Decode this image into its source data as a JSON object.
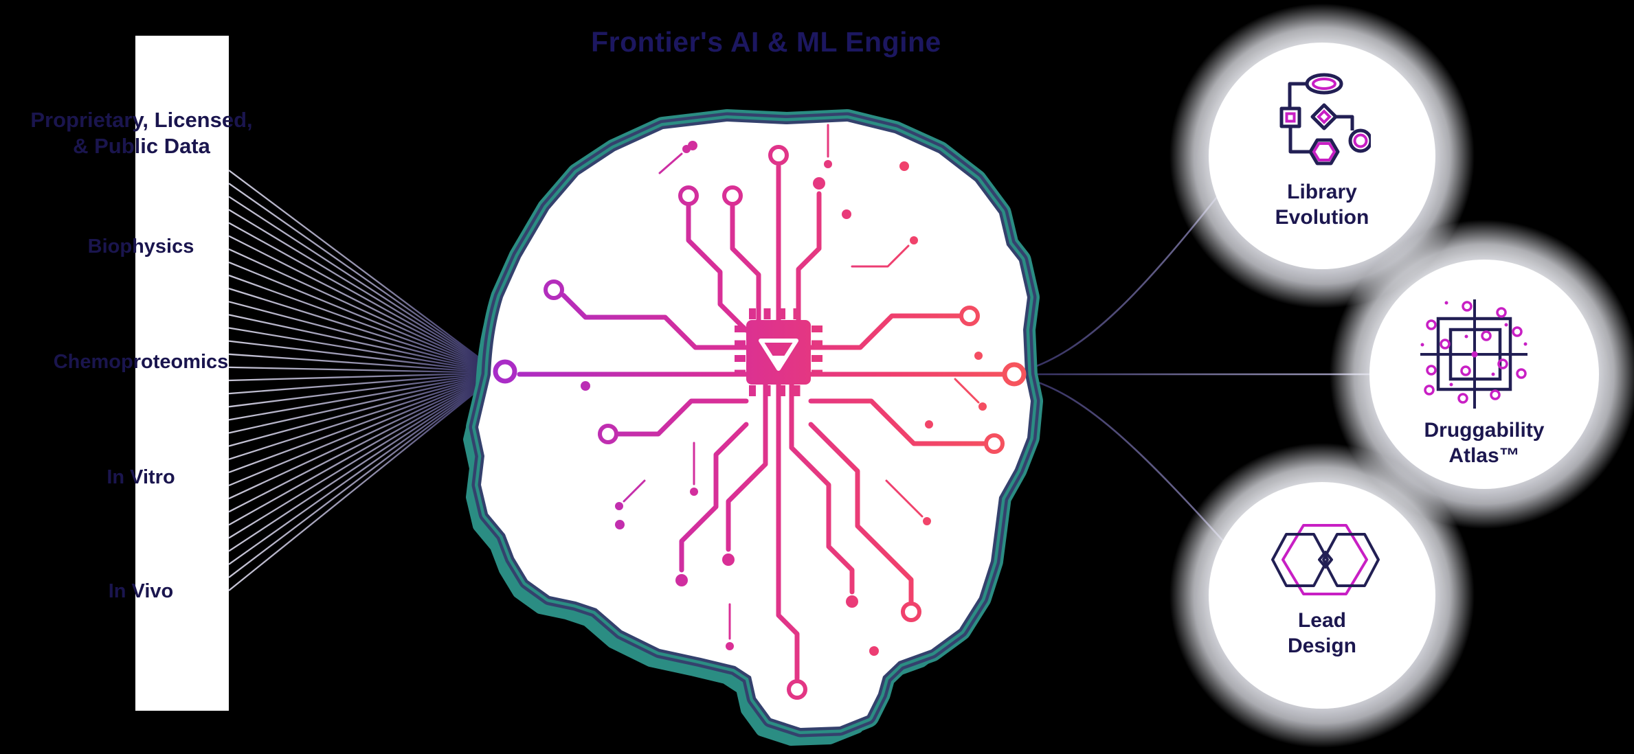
{
  "title": "Frontier's AI & ML Engine",
  "inputs": {
    "heading_line1": "Proprietary, Licensed,",
    "heading_line2": "& Public Data",
    "items": [
      "Biophysics",
      "Chemoproteomics",
      "In Vitro",
      "In Vivo"
    ]
  },
  "outputs": [
    {
      "label_line1": "Library",
      "label_line2": "Evolution",
      "icon": "flowchart-icon"
    },
    {
      "label_line1": "Druggability",
      "label_line2": "Atlas™",
      "icon": "target-map-icon"
    },
    {
      "label_line1": "Lead",
      "label_line2": "Design",
      "icon": "hexagon-molecules-icon"
    }
  ],
  "colors": {
    "background": "#000000",
    "text_navy": "#1b1651",
    "bar_white": "#ffffff",
    "brain_outline_teal": "#2b8d83",
    "brain_outline_navy": "#34416d",
    "circuit_magenta": "#a92bca",
    "circuit_pink": "#e03092",
    "circuit_red": "#f6565a",
    "fan_line_light": "#c9c7d8",
    "fan_line_dark": "#201c52",
    "connector_line": "#6a668e",
    "icon_navy": "#221f54",
    "icon_magenta": "#c81fc4"
  }
}
